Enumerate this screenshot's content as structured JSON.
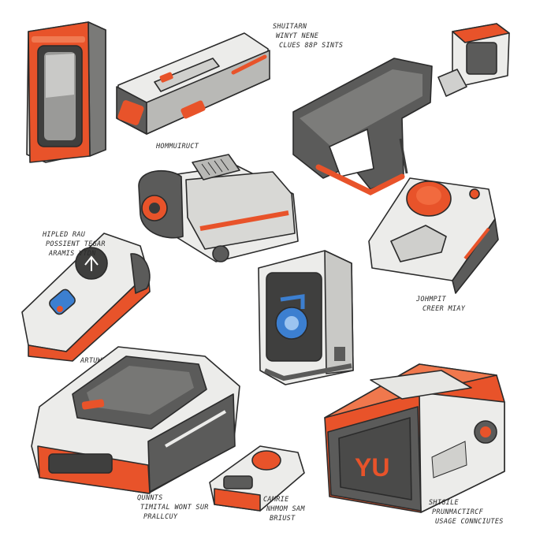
{
  "palette": {
    "accent": "#e8532a",
    "body_light": "#ececea",
    "body_mid": "#b9b9b6",
    "body_dark": "#5b5b5a",
    "ink": "#2b2b2b",
    "blue": "#3c7fd0"
  },
  "annotations": {
    "top_right": [
      "SHUITARN",
      "WINYT NENE",
      "CLUES 88P SINTS"
    ],
    "under_handheld": "HOMMUIRUCT",
    "left_panel": [
      "HIPLED RAU",
      "POSSIENT TEGAR",
      "ARAMIS VTDN"
    ],
    "under_panel": "ARTUWMITY",
    "right_camera": [
      "JOHMPIT",
      "CREER MIAY"
    ],
    "bottom_left": [
      "QUNNTS",
      "TIMITAL WONT SUR",
      "PRALLCUY"
    ],
    "bottom_center": [
      "CAMRIE",
      "NHMOM SAM",
      "BRIUST"
    ],
    "bottom_right": [
      "SHIGILE",
      "PRUNMACTIRCF",
      "USAGE CONNCIUTES"
    ],
    "logo_letters": "YU"
  },
  "devices": [
    {
      "name": "tall-handheld-device"
    },
    {
      "name": "slim-handheld-device"
    },
    {
      "name": "small-cube-device"
    },
    {
      "name": "pistol-grip-device"
    },
    {
      "name": "roller-base-device"
    },
    {
      "name": "button-camera-device"
    },
    {
      "name": "dial-panel-device"
    },
    {
      "name": "upright-scanner-device"
    },
    {
      "name": "rugged-case-device"
    },
    {
      "name": "mini-puck-device"
    },
    {
      "name": "large-box-device"
    }
  ]
}
